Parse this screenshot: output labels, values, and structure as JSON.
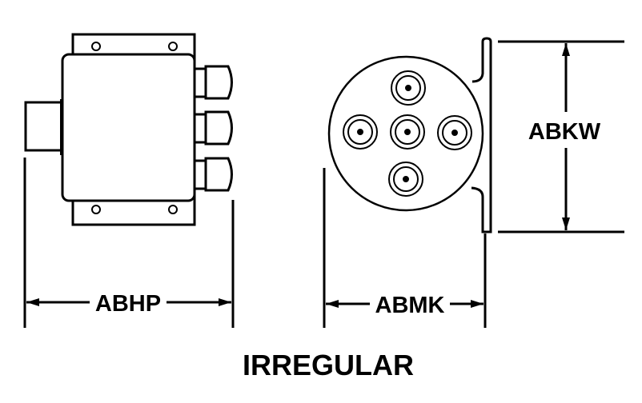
{
  "title": "IRREGULAR",
  "dimensions": {
    "width_label": "ABHP",
    "depth_label": "ABMK",
    "height_label": "ABKW"
  },
  "colors": {
    "line": "#000000",
    "background": "#ffffff"
  }
}
